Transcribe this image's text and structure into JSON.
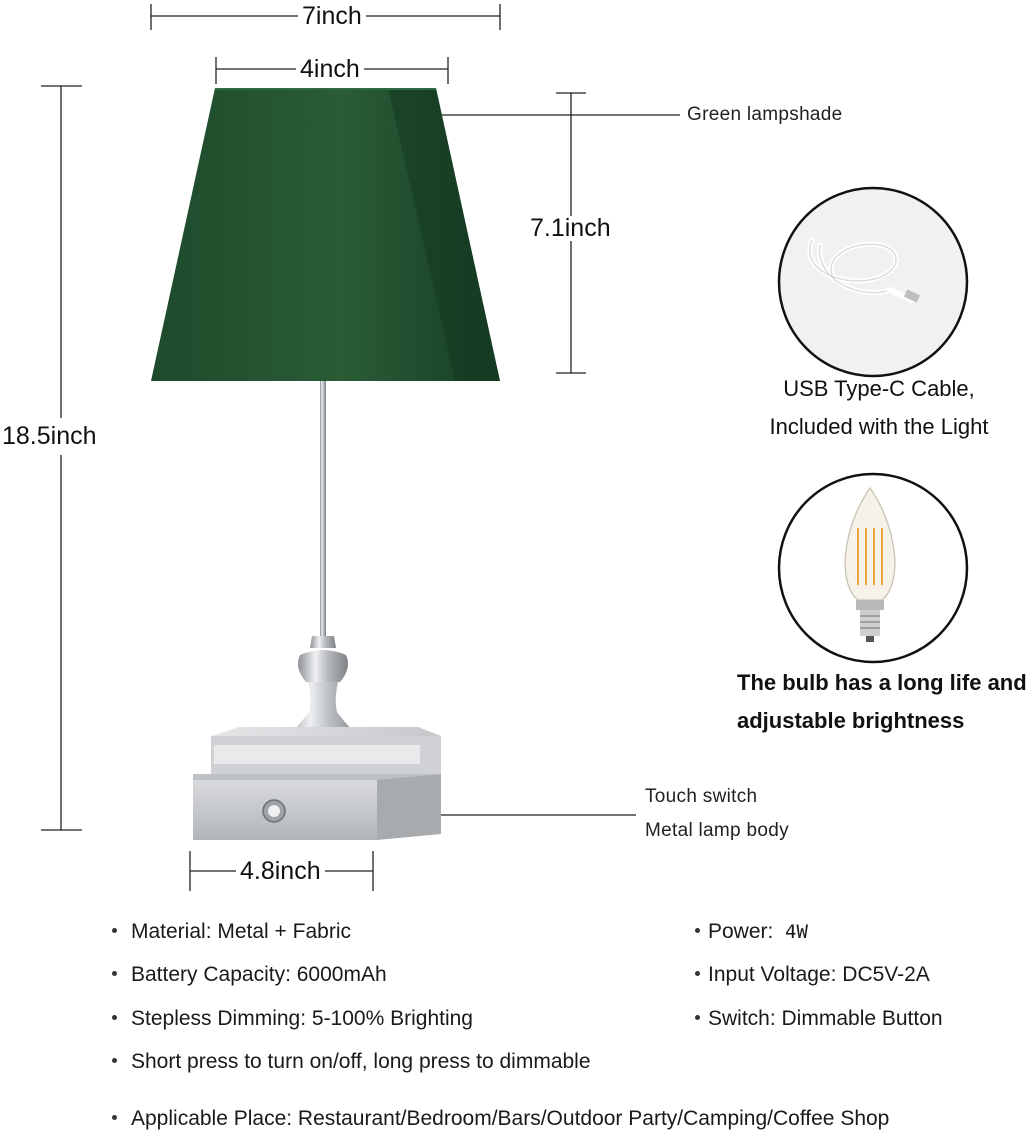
{
  "dimensions": {
    "shade_bottom_width": "7inch",
    "shade_top_width": "4inch",
    "shade_height": "7.1inch",
    "total_height": "18.5inch",
    "base_width": "4.8inch"
  },
  "callouts": {
    "shade": "Green lampshade",
    "switch": "Touch switch",
    "body": "Metal lamp body"
  },
  "accessories": {
    "cable_line1": "USB Type-C Cable,",
    "cable_line2": "Included with the Light",
    "bulb_line1": "The bulb has a long life and",
    "bulb_line2": "adjustable brightness"
  },
  "specs": {
    "material": "Material: Metal + Fabric",
    "battery_label": "Battery Capacity: ",
    "battery_value": "6000mAh",
    "dimming": "Stepless Dimming: 5-100% Brighting",
    "operation": "Short press to turn on/off, long press to dimmable",
    "place": "Applicable Place: Restaurant/Bedroom/Bars/Outdoor Party/Camping/Coffee Shop",
    "power_label": "Power:  ",
    "power_value": "4W",
    "voltage": "Input Voltage: DC5V-2A",
    "switch": "Switch: Dimmable Button"
  },
  "colors": {
    "shade": "#1f4f2e",
    "metal": "#c8cacc"
  }
}
